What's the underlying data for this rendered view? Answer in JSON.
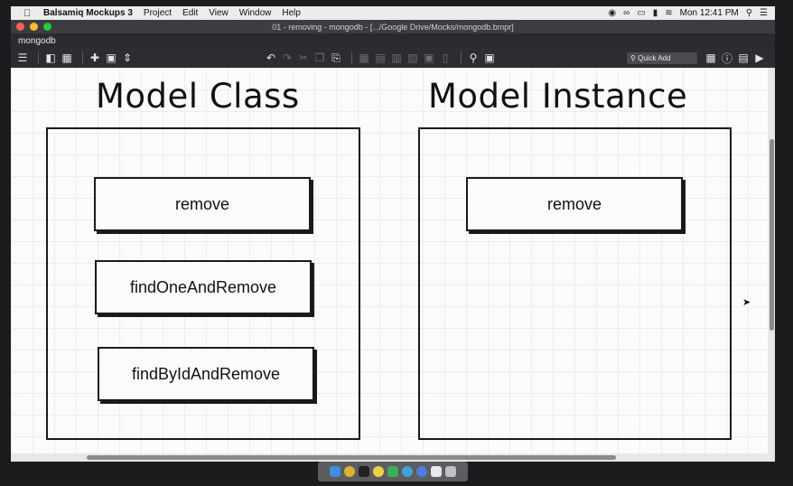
{
  "menubar": {
    "app_name": "Balsamiq Mockups 3",
    "items": [
      "Project",
      "Edit",
      "View",
      "Window",
      "Help"
    ],
    "clock": "Mon 12:41 PM"
  },
  "window": {
    "title": "01 - removing - mongodb - [.../Google Drive/Mocks/mongodb.bmpr]",
    "project_tab": "mongodb",
    "quick_add_label": "Quick Add"
  },
  "mockup": {
    "left_heading": "Model Class",
    "right_heading": "Model Instance",
    "left_buttons": [
      "remove",
      "findOneAndRemove",
      "findByIdAndRemove"
    ],
    "right_buttons": [
      "remove"
    ]
  },
  "colors": {
    "menubar_bg": "#ececec",
    "toolbar_bg": "#2c2d30",
    "canvas_bg": "#fbfbfb",
    "traffic_red": "#fc5f57",
    "traffic_yellow": "#fdbc2e",
    "traffic_green": "#28c840"
  }
}
